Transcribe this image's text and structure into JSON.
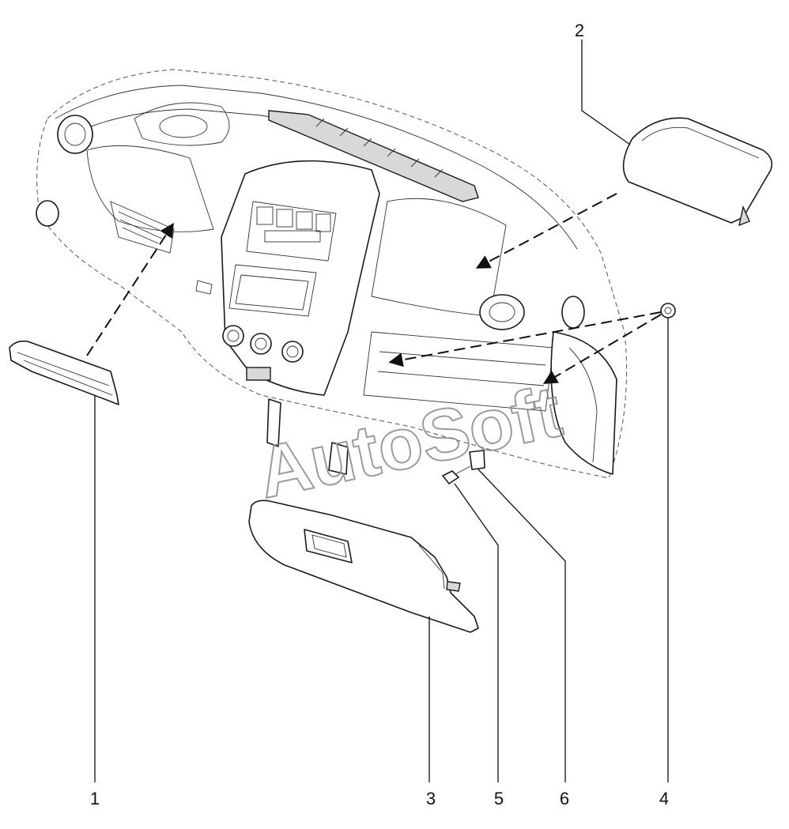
{
  "callouts": [
    {
      "id": "1",
      "label": "1"
    },
    {
      "id": "2",
      "label": "2"
    },
    {
      "id": "3",
      "label": "3"
    },
    {
      "id": "4",
      "label": "4"
    },
    {
      "id": "5",
      "label": "5"
    },
    {
      "id": "6",
      "label": "6"
    }
  ],
  "watermark": {
    "text": "AutoSoft"
  },
  "colors": {
    "line": "#1a1a1a",
    "watermark": "#8a8a8a",
    "background": "#ffffff"
  }
}
